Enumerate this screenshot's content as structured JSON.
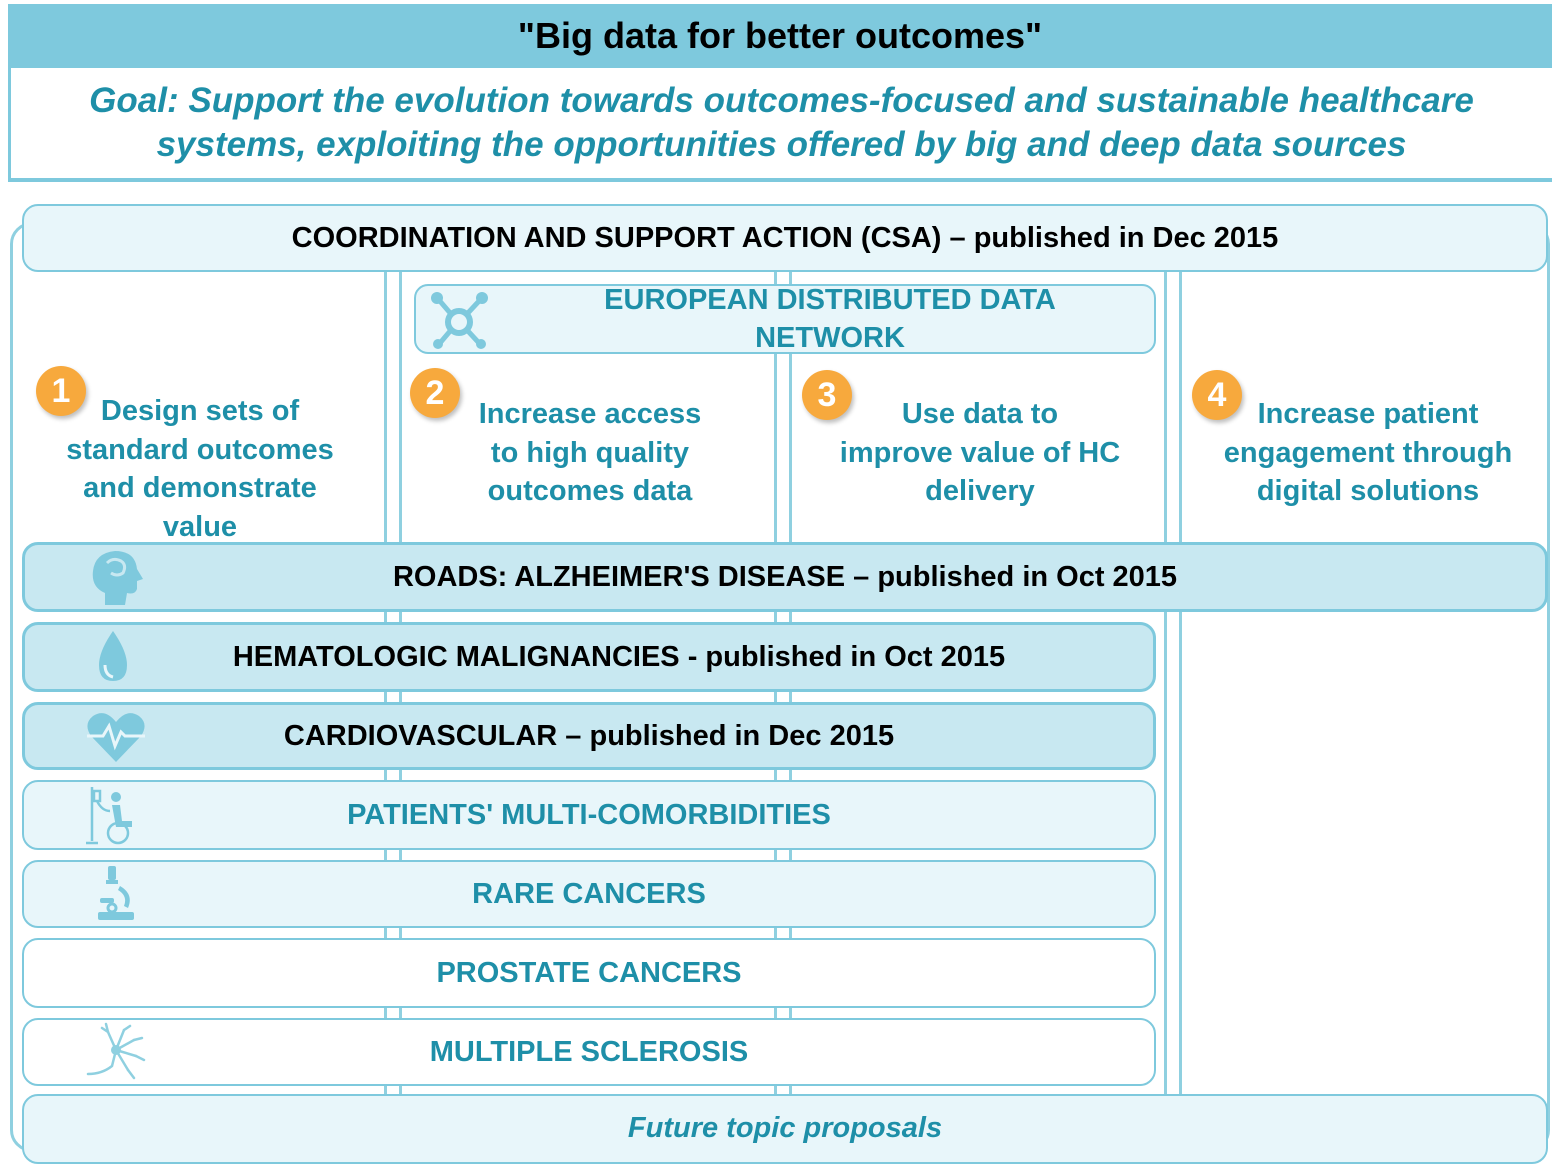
{
  "header": {
    "title": "\"Big data for better outcomes\"",
    "goal_line1": "Goal: Support the evolution towards outcomes-focused and sustainable healthcare",
    "goal_line2": "systems, exploiting the opportunities offered by big and deep data sources"
  },
  "csa": {
    "label": "COORDINATION AND SUPPORT ACTION (CSA) – published in Dec 2015"
  },
  "network": {
    "line1": "EUROPEAN DISTRIBUTED DATA",
    "line2": "NETWORK",
    "icon": "network-icon"
  },
  "pillars": [
    {
      "number": "1",
      "lines": [
        "Design sets of",
        "standard outcomes",
        "and demonstrate",
        "value"
      ]
    },
    {
      "number": "2",
      "lines": [
        "Increase access",
        "to high quality",
        "outcomes data"
      ]
    },
    {
      "number": "3",
      "lines": [
        "Use data to",
        "improve value of HC",
        "delivery"
      ]
    },
    {
      "number": "4",
      "lines": [
        "Increase patient",
        "engagement through",
        "digital solutions"
      ]
    }
  ],
  "rows": [
    {
      "label": "ROADS: ALZHEIMER'S DISEASE – published in Oct 2015",
      "icon": "head-profile-icon"
    },
    {
      "label": "HEMATOLOGIC MALIGNANCIES - published in Oct 2015",
      "icon": "blood-drop-icon"
    },
    {
      "label": "CARDIOVASCULAR – published in Dec 2015",
      "icon": "heart-pulse-icon"
    },
    {
      "label": "PATIENTS' MULTI-COMORBIDITIES",
      "icon": "wheelchair-drip-icon"
    },
    {
      "label": "RARE CANCERS",
      "icon": "microscope-icon"
    },
    {
      "label": "PROSTATE CANCERS"
    },
    {
      "label": "MULTIPLE SCLEROSIS",
      "icon": "neuron-icon"
    }
  ],
  "future": {
    "label": "Future topic proposals"
  },
  "colors": {
    "header_bg": "#7ec9dd",
    "accent_text": "#1e8fa8",
    "bar_dark": "#c8e8f1",
    "bar_light": "#e8f6fa",
    "badge": "#f7a93d"
  }
}
